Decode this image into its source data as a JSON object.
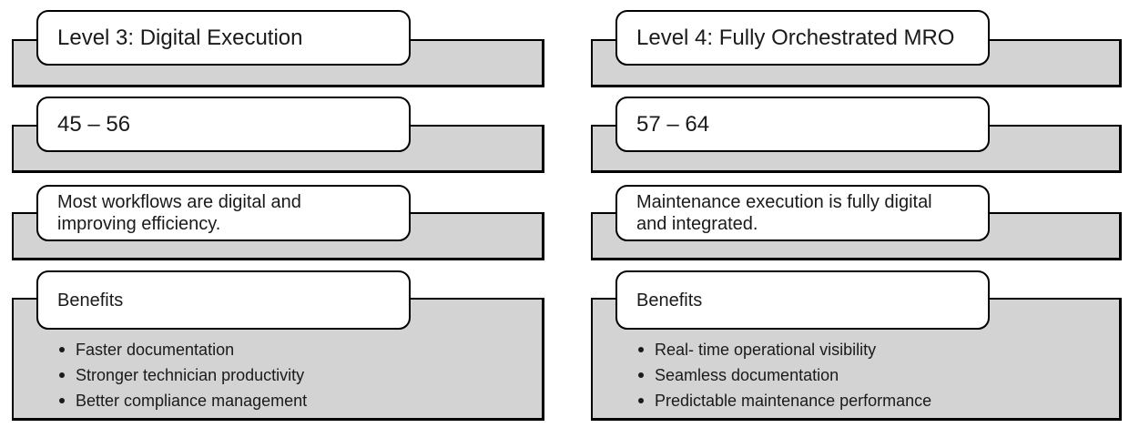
{
  "colors": {
    "bar_fill": "#d3d3d3",
    "card_fill": "#ffffff",
    "border": "#000000",
    "text": "#1a1a1a"
  },
  "columns": [
    {
      "title": "Level 3: Digital Execution",
      "score_range": "45 – 56",
      "description": "Most workflows are digital and\nimproving efficiency.",
      "benefits_label": "Benefits",
      "benefits": [
        "Faster documentation",
        "Stronger technician productivity",
        "Better compliance management"
      ]
    },
    {
      "title": "Level 4: Fully Orchestrated MRO",
      "score_range": "57 – 64",
      "description": "Maintenance execution is fully digital\nand integrated.",
      "benefits_label": "Benefits",
      "benefits": [
        "Real- time operational visibility",
        "Seamless documentation",
        "Predictable maintenance performance"
      ]
    }
  ]
}
